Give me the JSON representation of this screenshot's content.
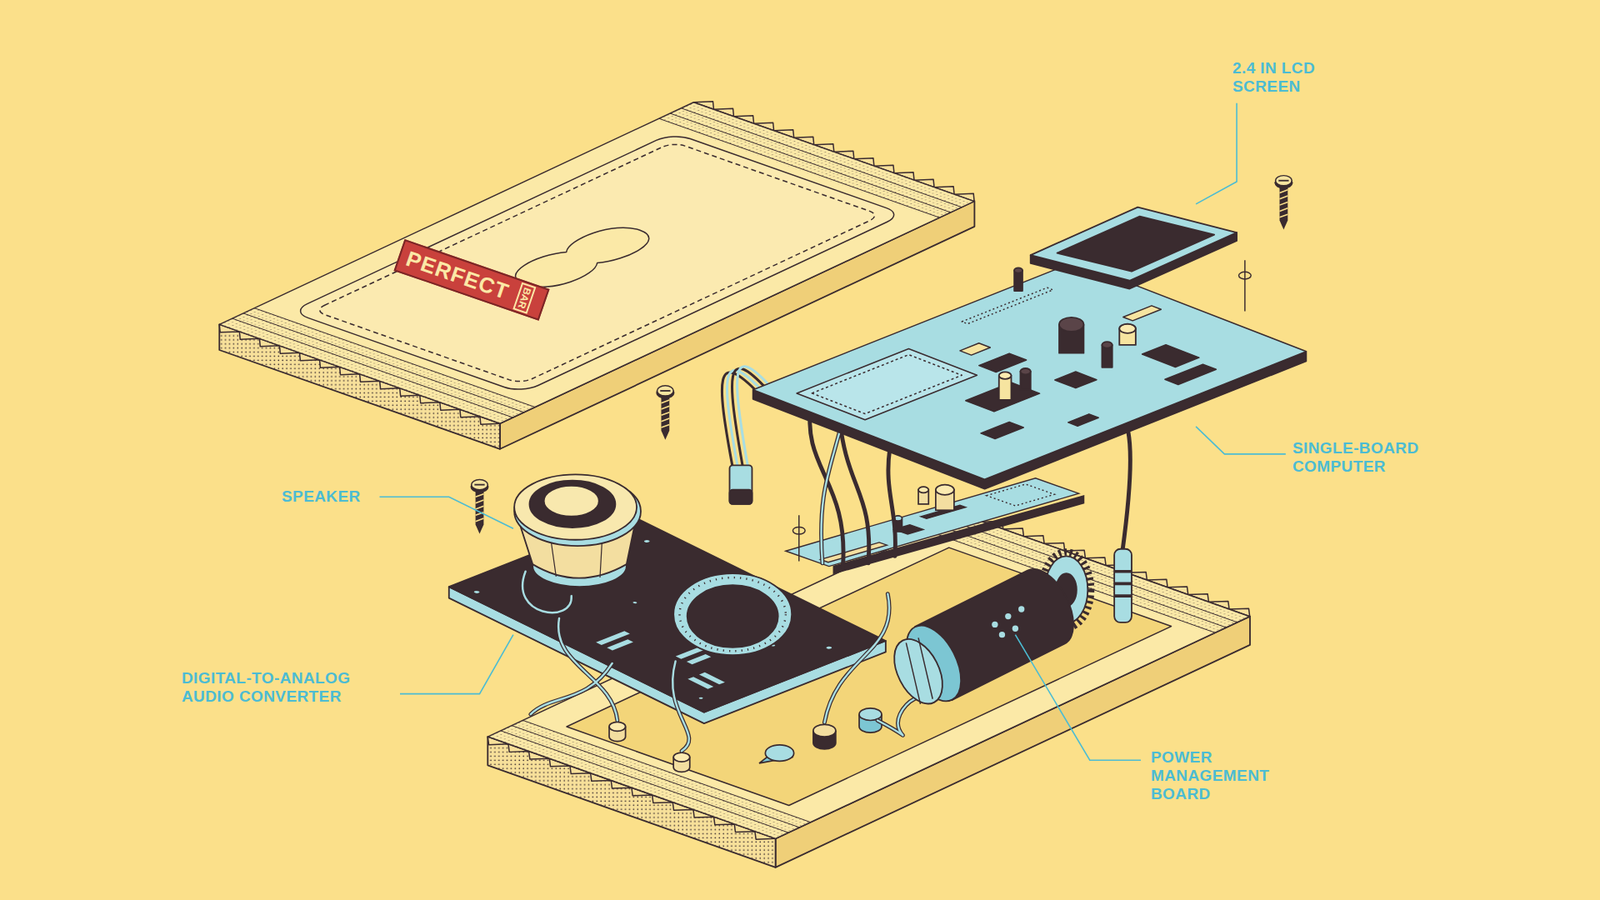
{
  "diagram": {
    "nodes": [
      {
        "text": [
          "PERFECT",
          "BAR"
        ]
      }
    ],
    "labels": [
      "2.4 IN LCD SCREEN",
      "SINGLE-BOARD COMPUTER",
      "SPEAKER",
      "DIGITAL-TO-ANALOG AUDIO CONVERTER",
      "POWER MANAGEMENT BOARD"
    ]
  }
}
